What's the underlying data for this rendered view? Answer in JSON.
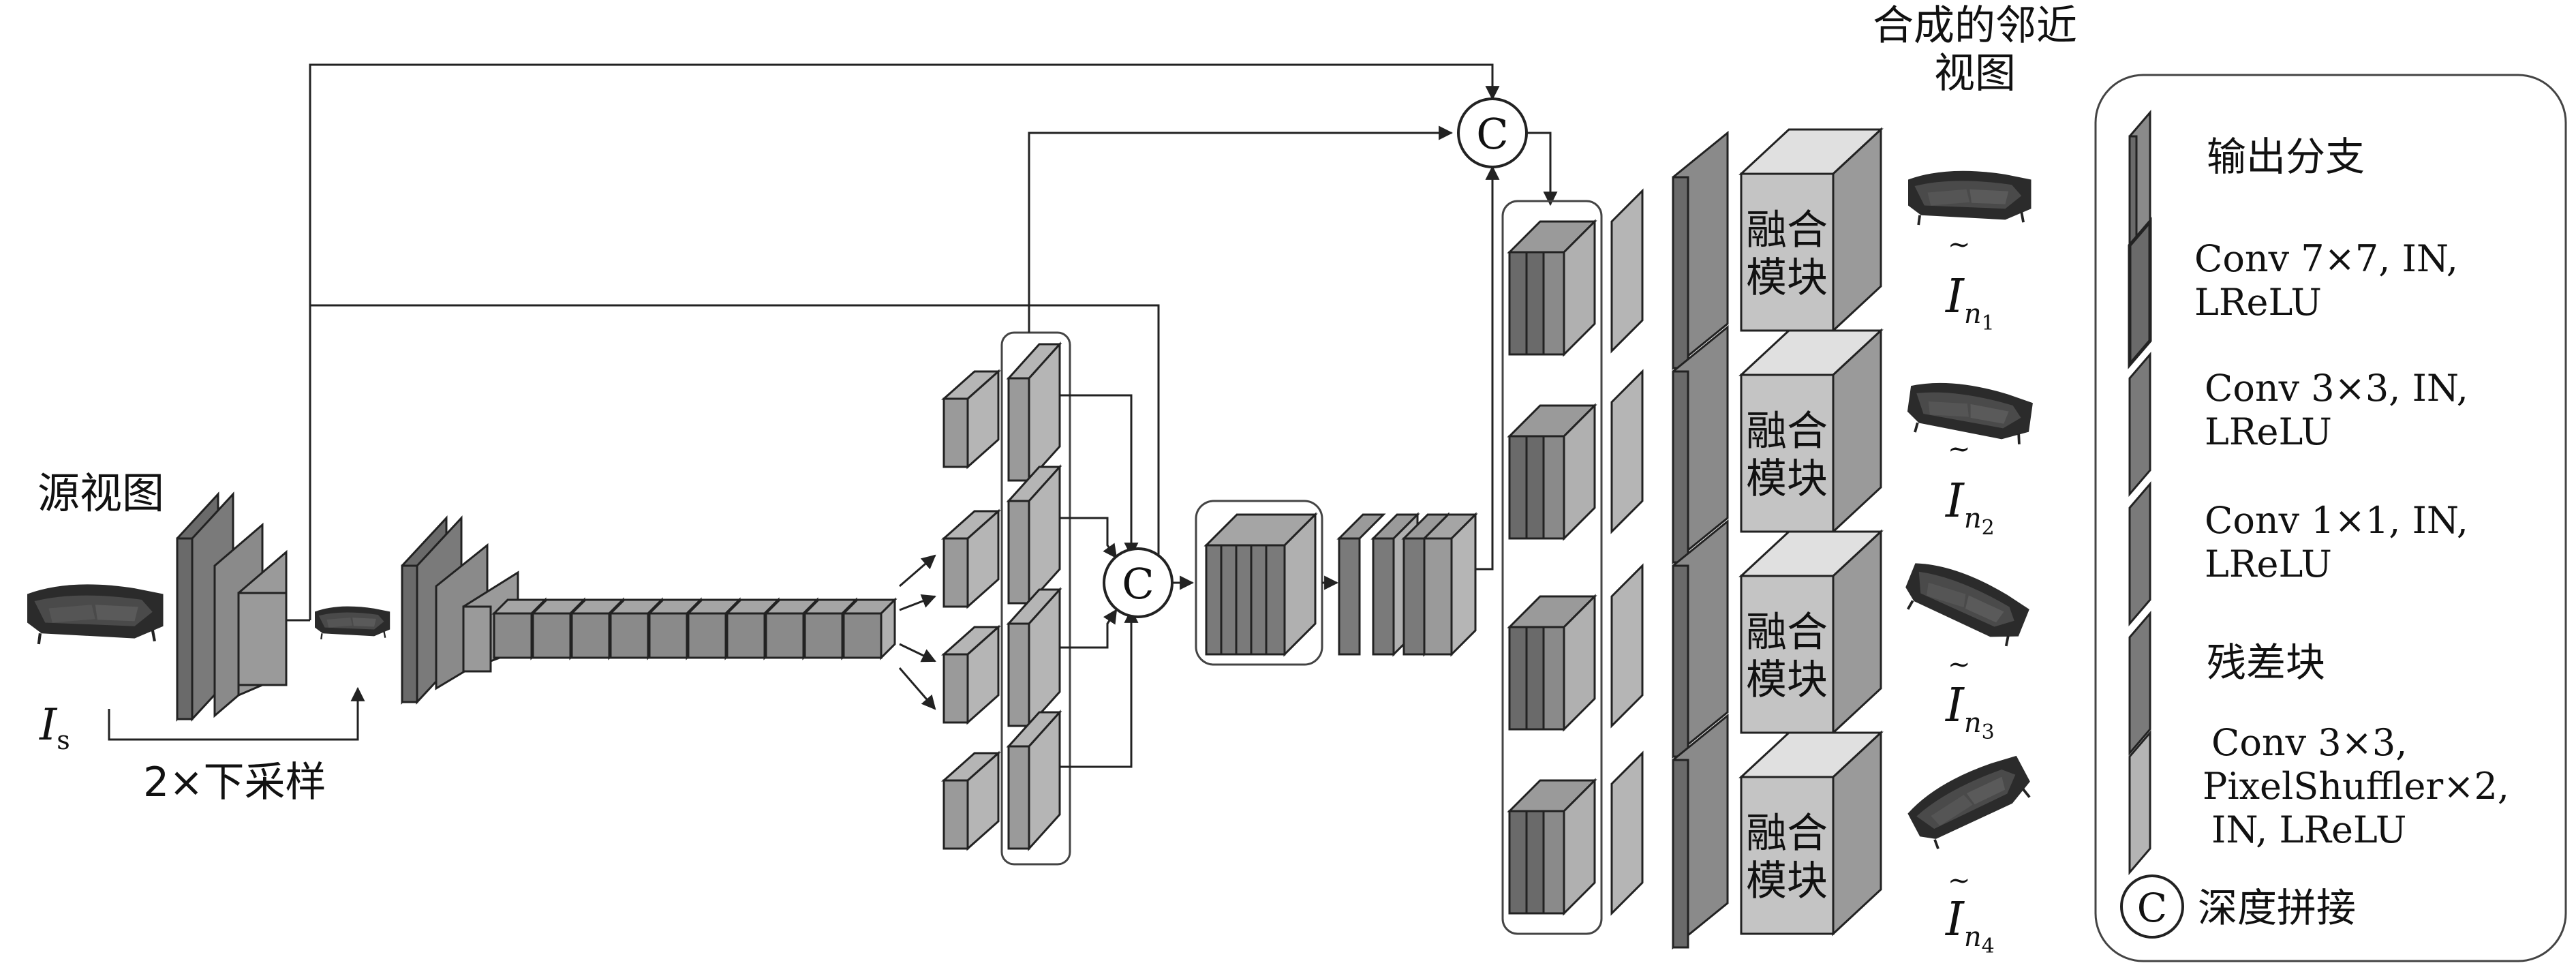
{
  "source_view_label": "源视图",
  "source_symbol": "I",
  "source_subscript": "s",
  "downsample_label": "2×下采样",
  "concat_symbol": "C",
  "top_caption_line1": "合成的邻近",
  "top_caption_line2": "视图",
  "fusion_block_line1": "融合",
  "fusion_block_line2": "模块",
  "outputs": [
    {
      "symbol": "I",
      "subscript": "n",
      "index": "1"
    },
    {
      "symbol": "I",
      "subscript": "n",
      "index": "2"
    },
    {
      "symbol": "I",
      "subscript": "n",
      "index": "3"
    },
    {
      "symbol": "I",
      "subscript": "n",
      "index": "4"
    }
  ],
  "legend": {
    "output_branch": "输出分支",
    "conv7": [
      "Conv 7×7, IN,",
      "LReLU"
    ],
    "conv3": [
      "Conv 3×3, IN,",
      "LReLU"
    ],
    "conv1": [
      "Conv 1×1, IN,",
      "LReLU"
    ],
    "resblock": "残差块",
    "pixelshuffle": [
      "Conv 3×3,",
      "PixelShuffler×2,",
      "IN, LReLU"
    ],
    "concat": "深度拼接"
  },
  "colors": {
    "dark_gray": "#6a6a6a",
    "mid_gray": "#8a8a8a",
    "light_gray": "#b4b4b4",
    "fusion_face": "#c4c4c4",
    "stroke": "#222222"
  }
}
